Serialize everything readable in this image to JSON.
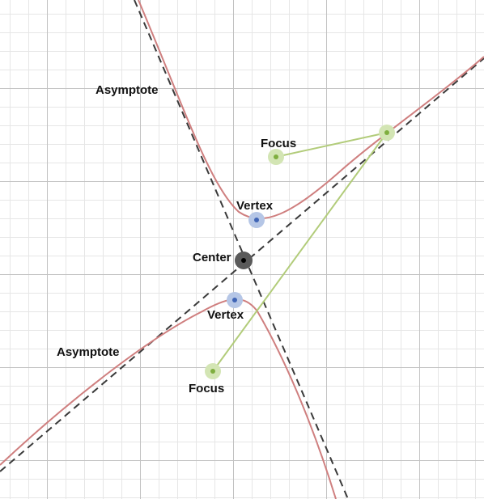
{
  "labels": {
    "asymptote_top": "Asymptote",
    "asymptote_bottom": "Asymptote",
    "focus_top": "Focus",
    "focus_bottom": "Focus",
    "vertex_top": "Vertex",
    "vertex_bottom": "Vertex",
    "center": "Center"
  },
  "colors": {
    "background": "#ffffff",
    "grid_minor": "#e6e6e6",
    "grid_major": "#c2c2c2",
    "asymptote": "#3a3a3a",
    "hyperbola": "#cf7f7f",
    "focal_line": "#b2cc7a",
    "focus_dot": "#7fae3f",
    "focus_halo": "#d3e5b4",
    "vertex_dot": "#3f64b5",
    "vertex_halo": "#b5c6e6",
    "center_dot": "#000000",
    "center_halo": "#5a5a5a"
  }
}
